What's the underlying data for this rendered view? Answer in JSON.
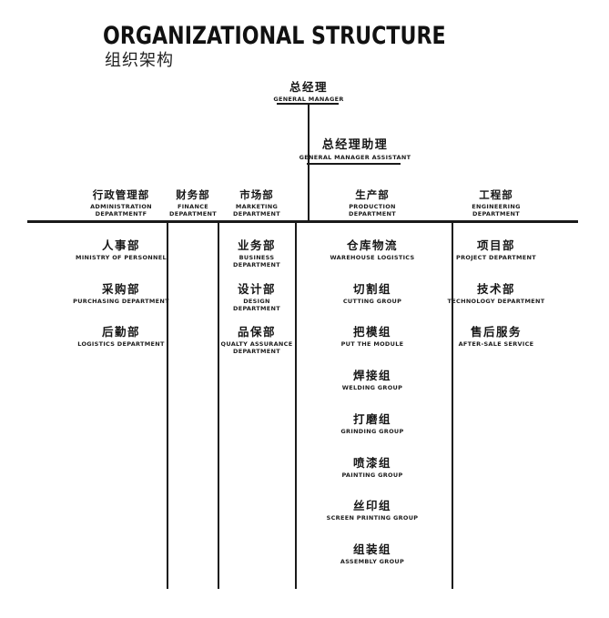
{
  "header": {
    "title": "ORGANIZATIONAL STRUCTURE",
    "subtitle": "组织架构"
  },
  "chart": {
    "root": {
      "zh": "总经理",
      "en": "GENERAL MANAGER"
    },
    "assistant": {
      "zh": "总经理助理",
      "en": "GENERAL MANAGER ASSISTANT"
    },
    "departments": [
      {
        "zh": "行政管理部",
        "en": "ADMINISTRATION DEPARTMENTF",
        "children": [
          {
            "zh": "人事部",
            "en": "MINISTRY OF PERSONNEL"
          },
          {
            "zh": "采购部",
            "en": "PURCHASING DEPARTMENT"
          },
          {
            "zh": "后勤部",
            "en": "LOGISTICS DEPARTMENT"
          }
        ]
      },
      {
        "zh": "财务部",
        "en": "FINANCE DEPARTMENT",
        "children": []
      },
      {
        "zh": "市场部",
        "en": "MARKETING DEPARTMENT",
        "children": [
          {
            "zh": "业务部",
            "en": "BUSINESS DEPARTMENT"
          },
          {
            "zh": "设计部",
            "en": "DESIGN DEPARTMENT"
          },
          {
            "zh": "品保部",
            "en": "QUALTY ASSURANCE DEPARTMENT"
          }
        ]
      },
      {
        "zh": "生产部",
        "en": "PRODUCTION DEPARTMENT",
        "children": [
          {
            "zh": "仓库物流",
            "en": "WAREHOUSE LOGISTICS"
          },
          {
            "zh": "切割组",
            "en": "CUTTING GROUP"
          },
          {
            "zh": "把模组",
            "en": "PUT THE MODULE"
          },
          {
            "zh": "焊接组",
            "en": "WELDING GROUP"
          },
          {
            "zh": "打磨组",
            "en": "GRINDING GROUP"
          },
          {
            "zh": "喷漆组",
            "en": "PAINTING GROUP"
          },
          {
            "zh": "丝印组",
            "en": "SCREEN PRINTING GROUP"
          },
          {
            "zh": "组装组",
            "en": "ASSEMBLY GROUP"
          }
        ]
      },
      {
        "zh": "工程部",
        "en": "ENGINEERING DEPARTMENT",
        "children": [
          {
            "zh": "项目部",
            "en": "PROJECT DEPARTMENT"
          },
          {
            "zh": "技术部",
            "en": "TECHNOLOGY DEPARTMENT"
          },
          {
            "zh": "售后服务",
            "en": "AFTER-SALE SERVICE"
          }
        ]
      }
    ]
  },
  "colors": {
    "background": "#ffffff",
    "text": "#161616",
    "line": "#1a1a1a"
  }
}
